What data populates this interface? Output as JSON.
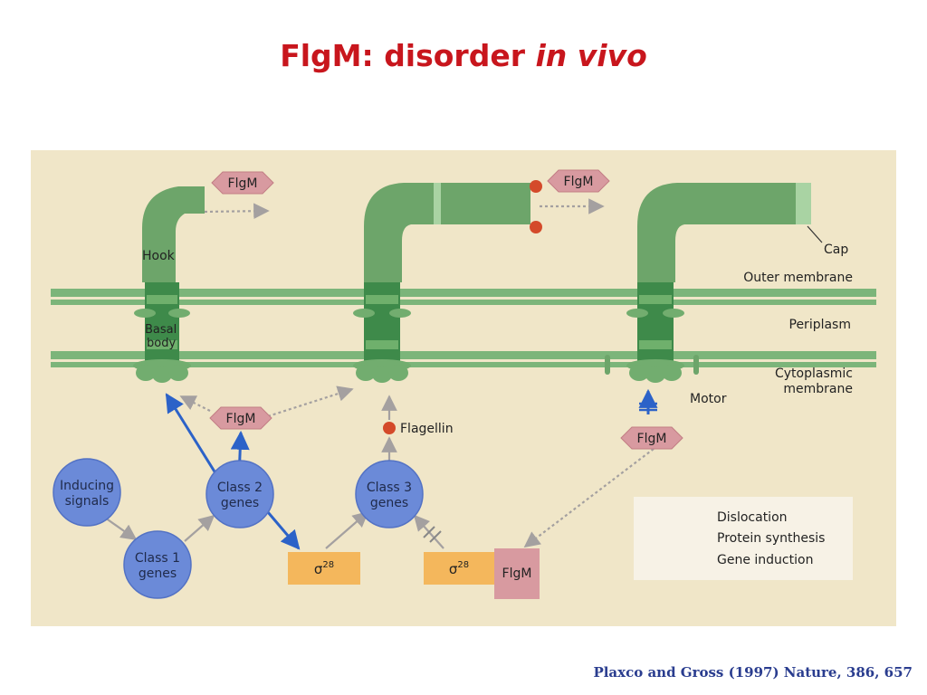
{
  "slide": {
    "title_main": "FlgM: disorder ",
    "title_emph": "in vivo",
    "citation": "Plaxco and Gross (1997) Nature, 386, 657"
  },
  "figure": {
    "structure_labels": {
      "hook": "Hook",
      "basal_body_line1": "Basal",
      "basal_body_line2": "body",
      "cap": "Cap",
      "motor": "Motor"
    },
    "membrane_labels": {
      "outer": "Outer membrane",
      "periplasm": "Periplasm",
      "cytoplasmic_line1": "Cytoplasmic",
      "cytoplasmic_line2": "membrane"
    },
    "proteins": {
      "flgm": "FlgM",
      "flagellin": "Flagellin",
      "sigma": "σ",
      "sigma_superscript": "28"
    },
    "circles": {
      "inducing_line1": "Inducing",
      "inducing_line2": "signals",
      "class1_line1": "Class 1",
      "class1_line2": "genes",
      "class2_line1": "Class 2",
      "class2_line2": "genes",
      "class3_line1": "Class 3",
      "class3_line2": "genes"
    },
    "legend": {
      "dislocation": "Dislocation",
      "protein_synthesis": "Protein synthesis",
      "gene_induction": "Gene induction"
    },
    "colors": {
      "background": "#f0e6c8",
      "green": "#6da56a",
      "green_dark": "#3e8a4a",
      "green_light": "#a9d3a3",
      "pink": "#d89aa0",
      "circle_blue": "#6b8ad8",
      "orange": "#f4b75c",
      "synthesis_blue": "#2c62c8",
      "dislocation_gray": "#a4a0a0",
      "flagellin_red": "#d44a2a"
    }
  }
}
